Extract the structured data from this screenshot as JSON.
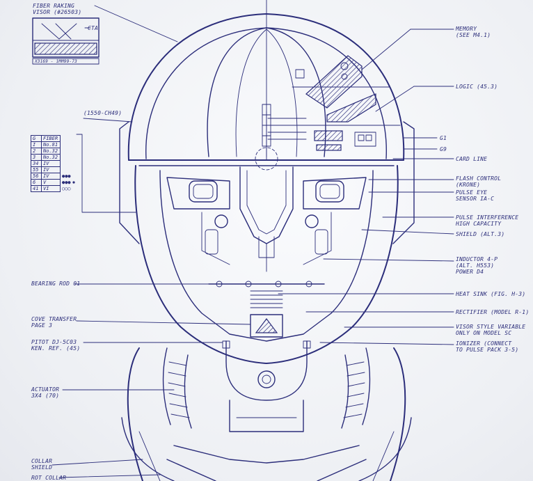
{
  "labels": {
    "visor_title": "FIBER RAKING\nVISOR (#26503)",
    "visor_code": "X3169 - 1MM99-73",
    "visor_note": "CTA",
    "bracket_note": "(1550-CH49)",
    "memory": "MEMORY\n(SEE M4.1)",
    "logic": "LOGIC (45.3)",
    "g1": "G1",
    "g9": "G9",
    "card_line": "CARD LINE",
    "flash_control": "FLASH CONTROL\n(KRONE)",
    "pulse_eye": "PULSE EYE\nSENSOR IA-C",
    "pulse_interference": "PULSE INTERFERENCE\nHIGH CAPACITY",
    "shield": "SHIELD (ALT.3)",
    "inductor": "INDUCTOR 4-P\n(ALT. H553)\nPOWER D4",
    "heat_sink": "HEAT SINK (FIG. H-3)",
    "rectifier": "RECTIFIER (MODEL R-1)",
    "visor_style": "VISOR STYLE VARIABLE\nONLY ON MODEL SC",
    "ionizer": "IONIZER (CONNECT\nTO PULSE PACK 3-5)",
    "bearing_rod": "BEARING ROD 01",
    "cove_transfer": "COVE TRANSFER\nPAGE 3",
    "pitot": "PITOT DJ-5C03\nKEN. REF. (45)",
    "actuator": "ACTUATOR\n3X4 (70)",
    "collar_shield": "COLLAR\nSHIELD",
    "rot_collar": "ROT COLLAR"
  },
  "table": {
    "headers": [
      "G",
      "FIBER"
    ],
    "rows": [
      [
        "I",
        "No.81",
        ""
      ],
      [
        "2",
        "No.32",
        ""
      ],
      [
        "3",
        "No.32",
        ""
      ],
      [
        "34",
        "IV",
        ""
      ],
      [
        "55",
        "IV",
        ""
      ],
      [
        "56",
        "IV",
        "●●●"
      ],
      [
        "6",
        "V",
        "●●●"
      ],
      [
        "41",
        "VI",
        "○○○"
      ]
    ]
  },
  "colors": {
    "ink": "#2b2d7a",
    "paper": "#f1f2f5"
  }
}
